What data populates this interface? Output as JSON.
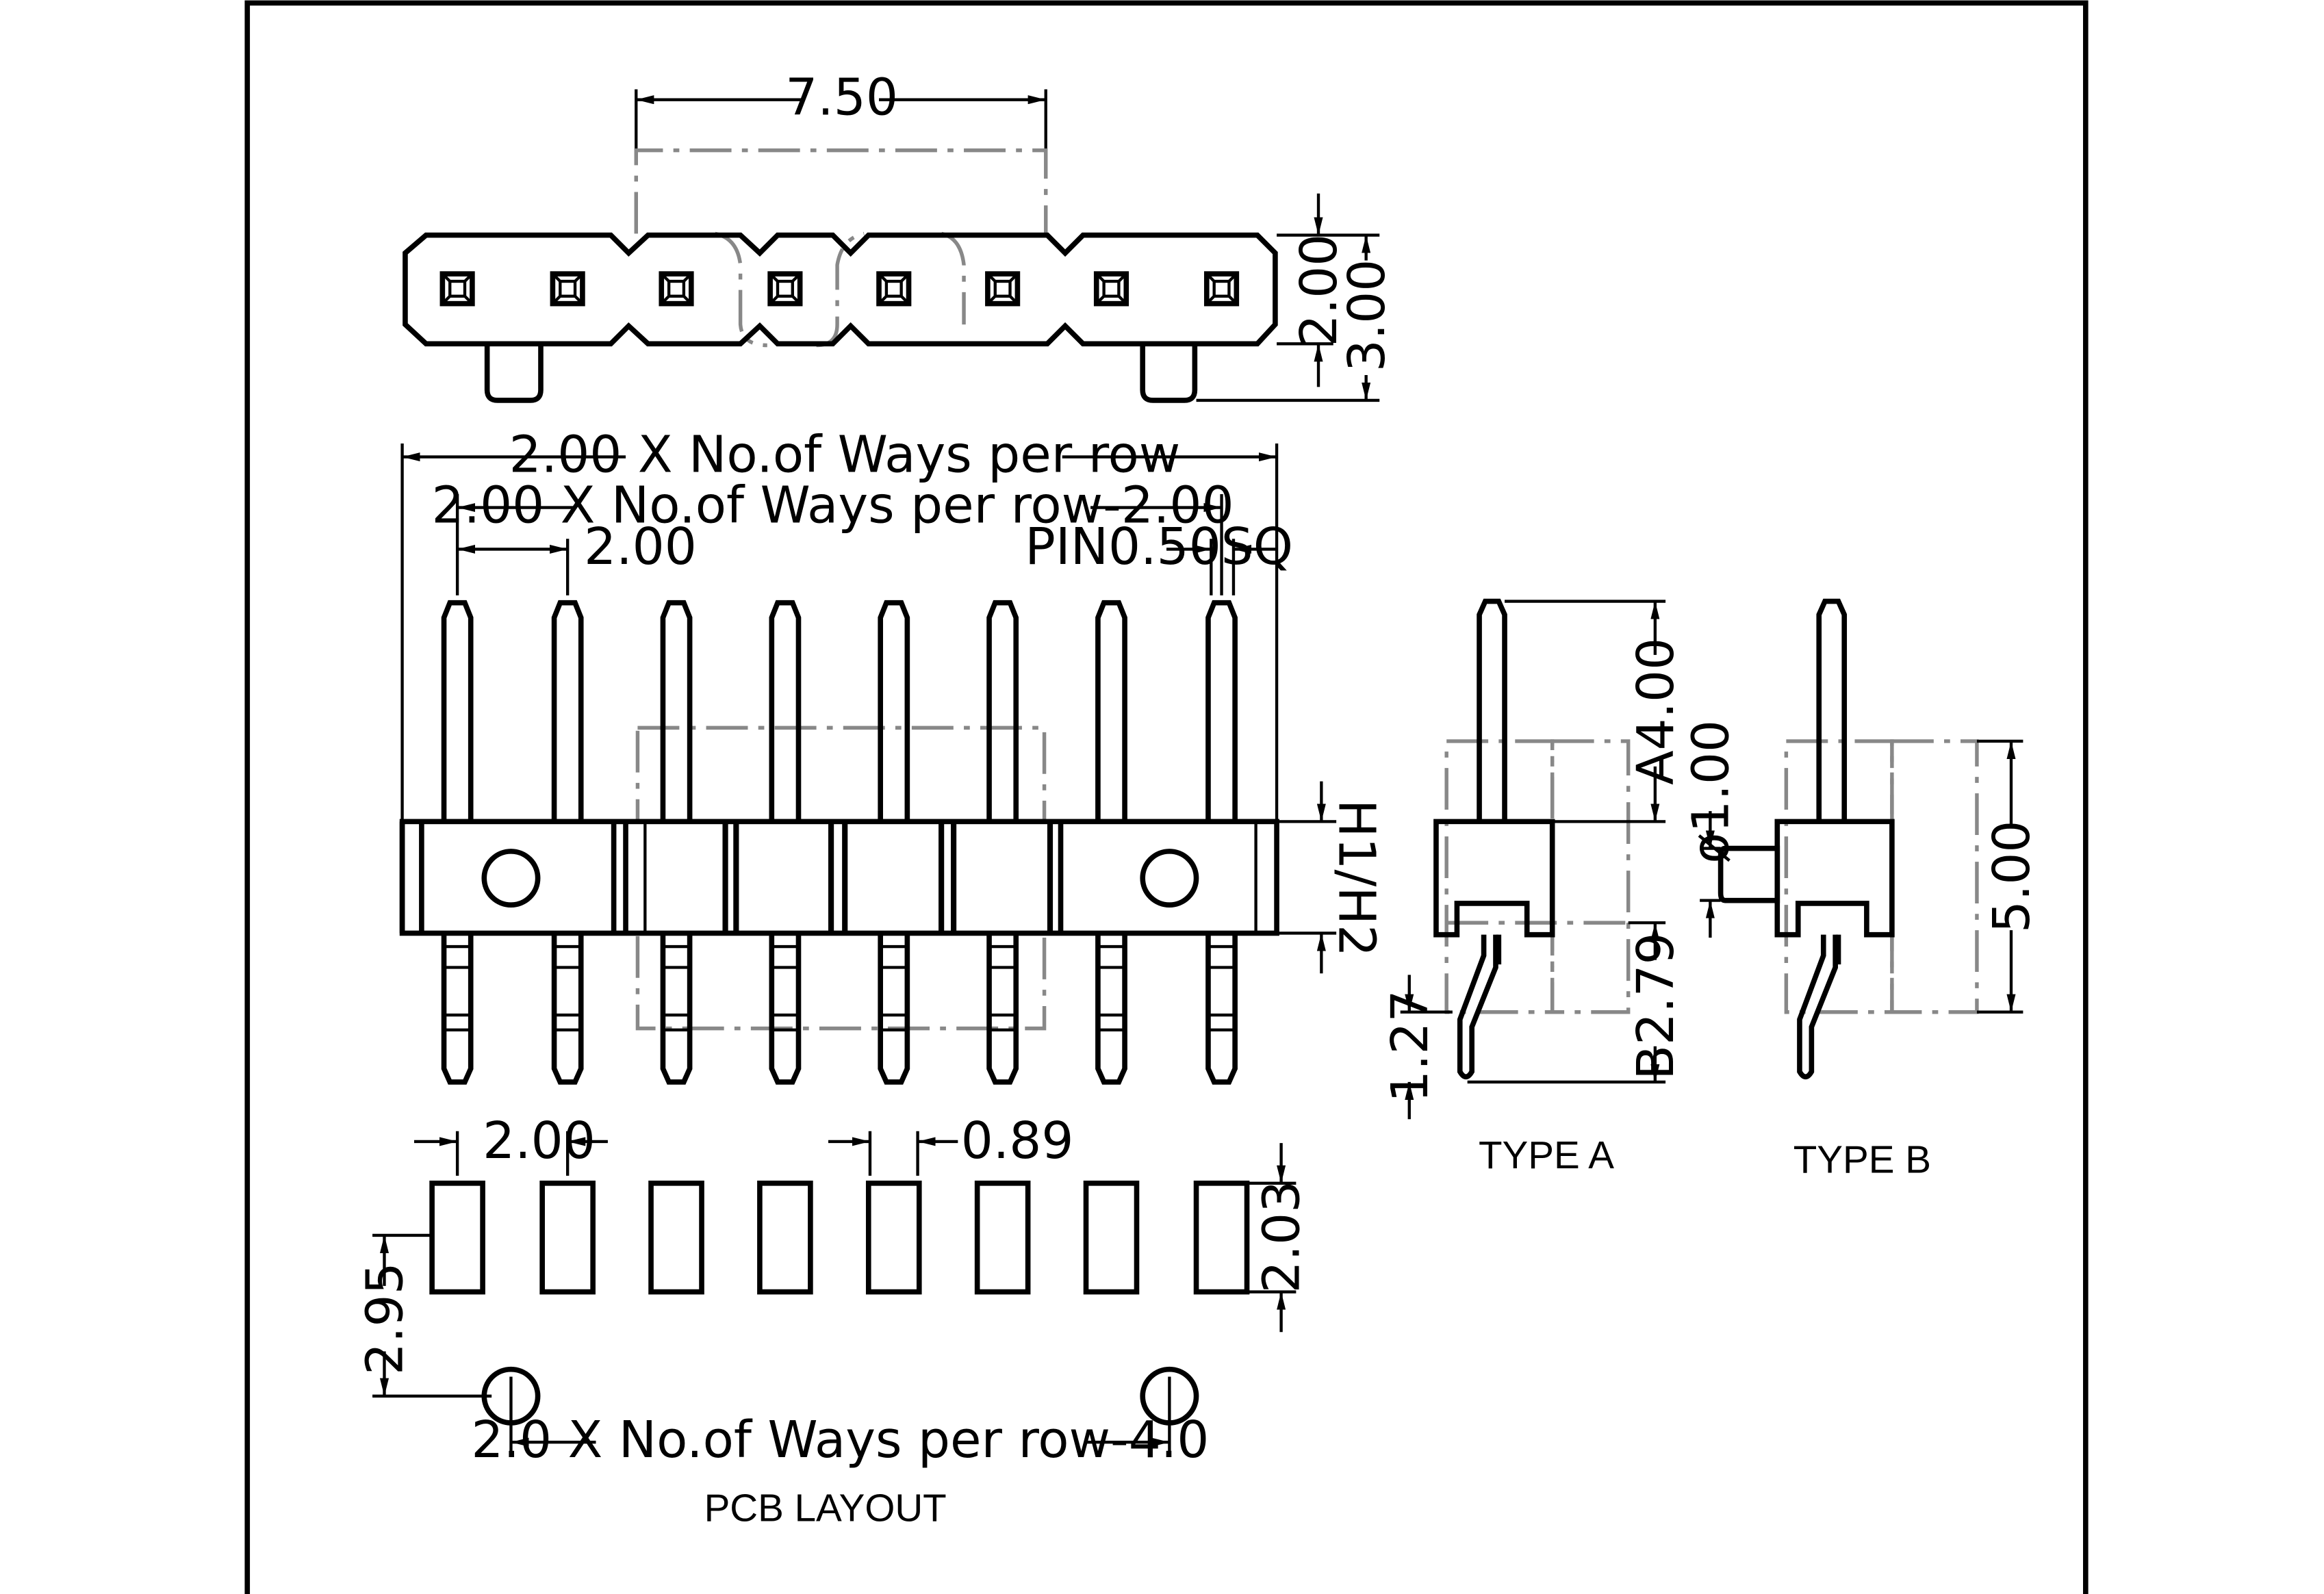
{
  "top_view": {
    "dim_width": "7.50",
    "dim_inner": "2.00",
    "dim_outer": "3.00"
  },
  "front_view": {
    "dim_total": "2.00 X No.of Ways per row",
    "dim_pin_span": "2.00 X No.of Ways per row-2.00",
    "dim_pitch": "2.00",
    "dim_pin": "PIN0.50SQ",
    "dim_height": "H1/H2"
  },
  "pcb_layout": {
    "dim_pitch": "2.00",
    "dim_pad_width": "0.89",
    "dim_pad_height": "2.03",
    "dim_hole_offset": "2.95",
    "dim_hole_span": "2.0 X No.of Ways per row-4.0",
    "title": "PCB  LAYOUT"
  },
  "type_a": {
    "dim_a": "A4.00",
    "dim_post": "ø1.00",
    "dim_b": "B2.79",
    "dim_tail": "1.27",
    "title": "TYPE A"
  },
  "type_b": {
    "dim_height": "5.00",
    "title": "TYPE B"
  }
}
